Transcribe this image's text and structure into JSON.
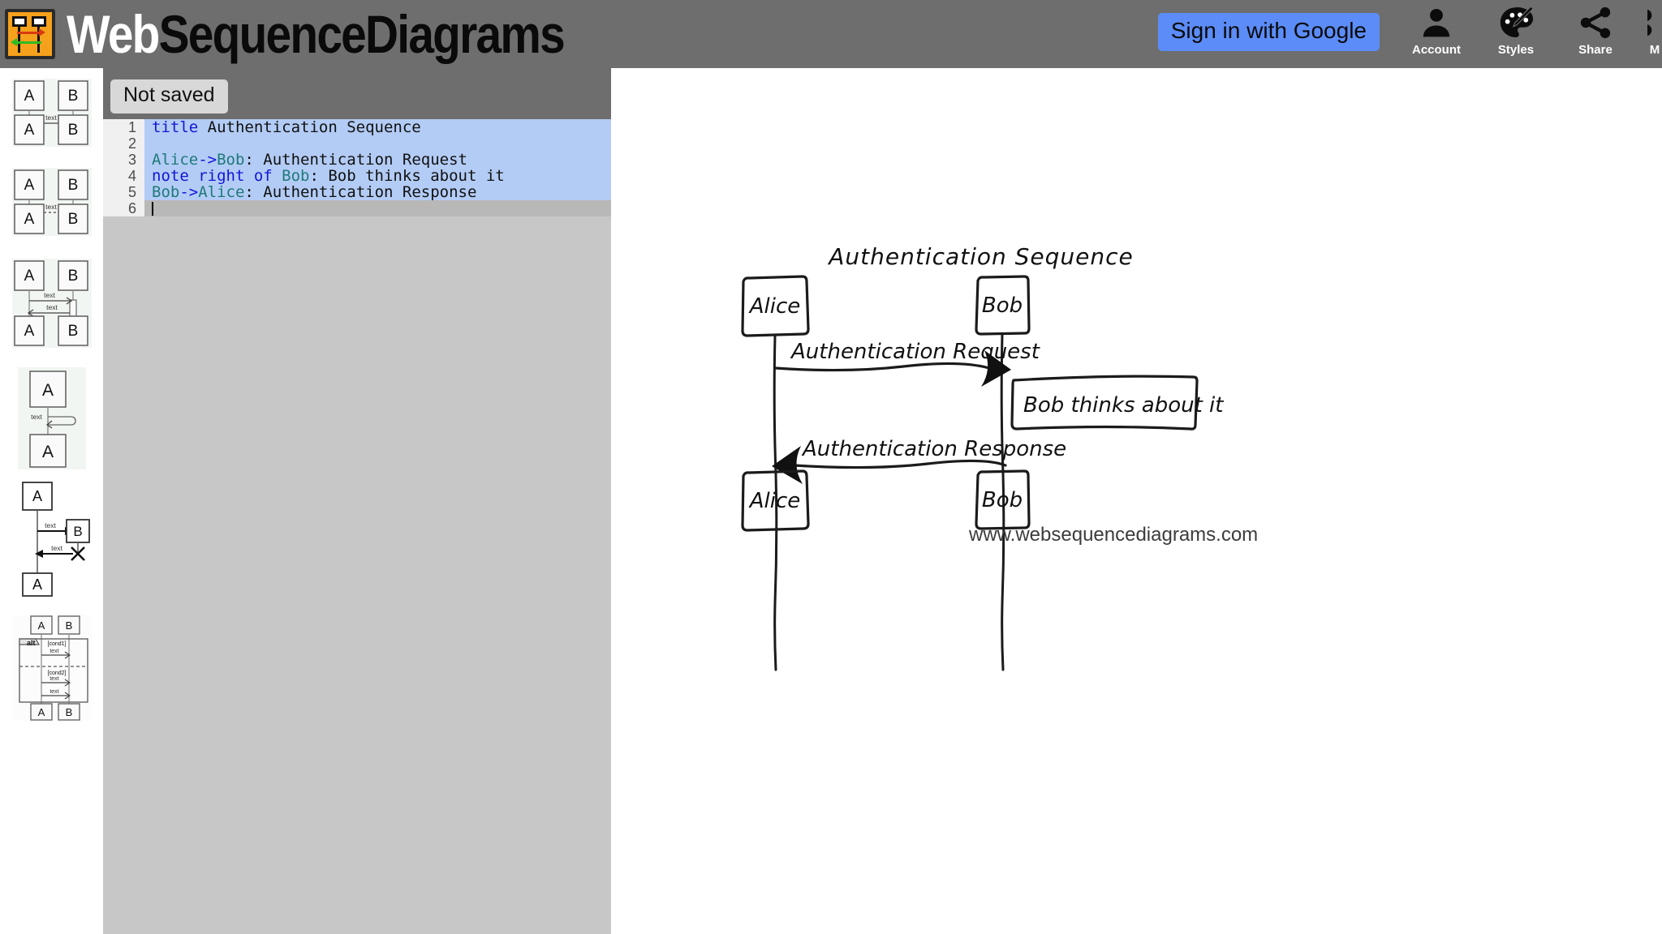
{
  "header": {
    "logo": {
      "icon_name": "sequence-diagram-logo-icon",
      "text_primary": "Web",
      "text_secondary": "SequenceDiagrams"
    },
    "signin_label": "Sign in with Google",
    "items": [
      {
        "label": "Account",
        "icon": "person-icon"
      },
      {
        "label": "Styles",
        "icon": "palette-icon"
      },
      {
        "label": "Share",
        "icon": "share-icon"
      },
      {
        "label": "M",
        "icon": "more-icon"
      }
    ]
  },
  "sidebar": {
    "templates": [
      {
        "name": "template-message",
        "actor_left": "A",
        "actor_right": "B",
        "label": "text"
      },
      {
        "name": "template-dashed-message",
        "actor_left": "A",
        "actor_right": "B",
        "label": "text"
      },
      {
        "name": "template-activation",
        "actor_left": "A",
        "actor_right": "B",
        "label_out": "text",
        "label_back": "text"
      },
      {
        "name": "template-self-message",
        "actor": "A",
        "label": "text"
      },
      {
        "name": "template-create-destroy",
        "actor_left": "A",
        "actor_right": "B",
        "label_out": "text",
        "label_back": "text"
      },
      {
        "name": "template-alt-block",
        "actor_left": "A",
        "actor_right": "B",
        "block_label": "alt",
        "cond_1": "[cond1]",
        "cond_2": "[cond2]",
        "label_1": "text",
        "label_2": "text",
        "label_3": "text"
      }
    ]
  },
  "editor": {
    "save_status": "Not saved",
    "lines": [
      {
        "n": "1",
        "tokens": [
          {
            "t": "title",
            "c": "kw"
          },
          {
            "t": " Authentication Sequence",
            "c": "plain"
          }
        ],
        "state": "selected"
      },
      {
        "n": "2",
        "tokens": [],
        "state": "selected"
      },
      {
        "n": "3",
        "tokens": [
          {
            "t": "Alice",
            "c": "actor"
          },
          {
            "t": "->",
            "c": "arrow"
          },
          {
            "t": "Bob",
            "c": "actor"
          },
          {
            "t": ": Authentication Request",
            "c": "plain"
          }
        ],
        "state": "selected"
      },
      {
        "n": "4",
        "tokens": [
          {
            "t": "note right of ",
            "c": "kw"
          },
          {
            "t": "Bob",
            "c": "actor"
          },
          {
            "t": ": Bob thinks about it",
            "c": "plain"
          }
        ],
        "state": "selected"
      },
      {
        "n": "5",
        "tokens": [
          {
            "t": "Bob",
            "c": "actor"
          },
          {
            "t": "->",
            "c": "arrow"
          },
          {
            "t": "Alice",
            "c": "actor"
          },
          {
            "t": ": Authentication Response",
            "c": "plain"
          }
        ],
        "state": "selected"
      },
      {
        "n": "6",
        "tokens": [],
        "state": "cursor"
      }
    ]
  },
  "diagram": {
    "title": "Authentication Sequence",
    "participants": [
      "Alice",
      "Bob"
    ],
    "messages": [
      {
        "from": "Alice",
        "to": "Bob",
        "label": "Authentication Request",
        "direction": "right"
      },
      {
        "from": "Bob",
        "to": "Alice",
        "label": "Authentication Response",
        "direction": "left"
      }
    ],
    "notes": [
      {
        "side": "right of Bob",
        "text": "Bob thinks about it"
      }
    ],
    "watermark": "www.websequencediagrams.com"
  },
  "colors": {
    "header_bg": "#6e6e6e",
    "signin_bg": "#5b8cf7",
    "editor_bg": "#c7c7c7",
    "selection": "#b3ccf5",
    "keyword": "#1414d8",
    "actor_token": "#1f7a7a",
    "logo_accent": "#f5a11b"
  }
}
